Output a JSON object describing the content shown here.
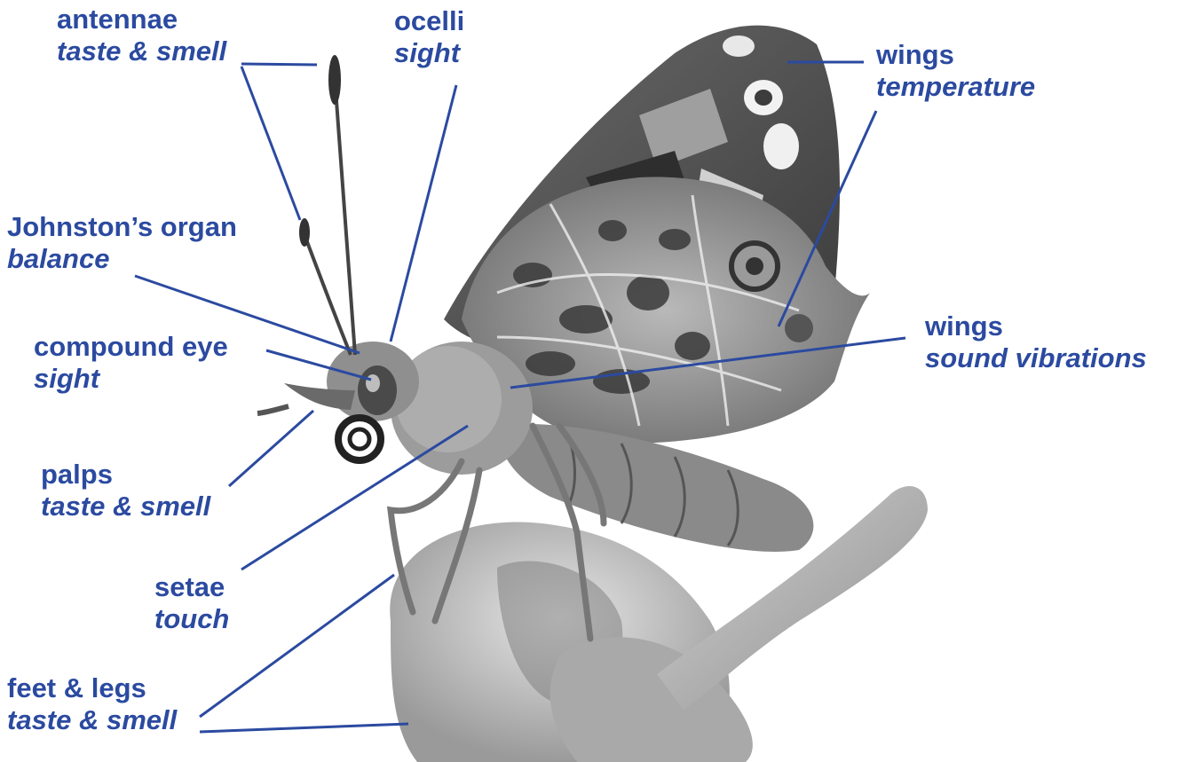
{
  "colors": {
    "label": "#2b4aa0",
    "leader_line": "#2b4aa0"
  },
  "image": {
    "subject": "butterfly-photo-grayscale"
  },
  "labels": {
    "antennae": {
      "name": "antennae",
      "sense": "taste & smell"
    },
    "ocelli": {
      "name": "ocelli",
      "sense": "sight"
    },
    "wings_top": {
      "name": "wings",
      "sense": "temperature"
    },
    "johnston": {
      "name": "Johnston’s organ",
      "sense": "balance"
    },
    "compound_eye": {
      "name": "compound eye",
      "sense": "sight"
    },
    "wings_sound": {
      "name": "wings",
      "sense": "sound vibrations"
    },
    "palps": {
      "name": "palps",
      "sense": "taste & smell"
    },
    "setae": {
      "name": "setae",
      "sense": "touch"
    },
    "feet_legs": {
      "name": "feet & legs",
      "sense": "taste & smell"
    }
  }
}
